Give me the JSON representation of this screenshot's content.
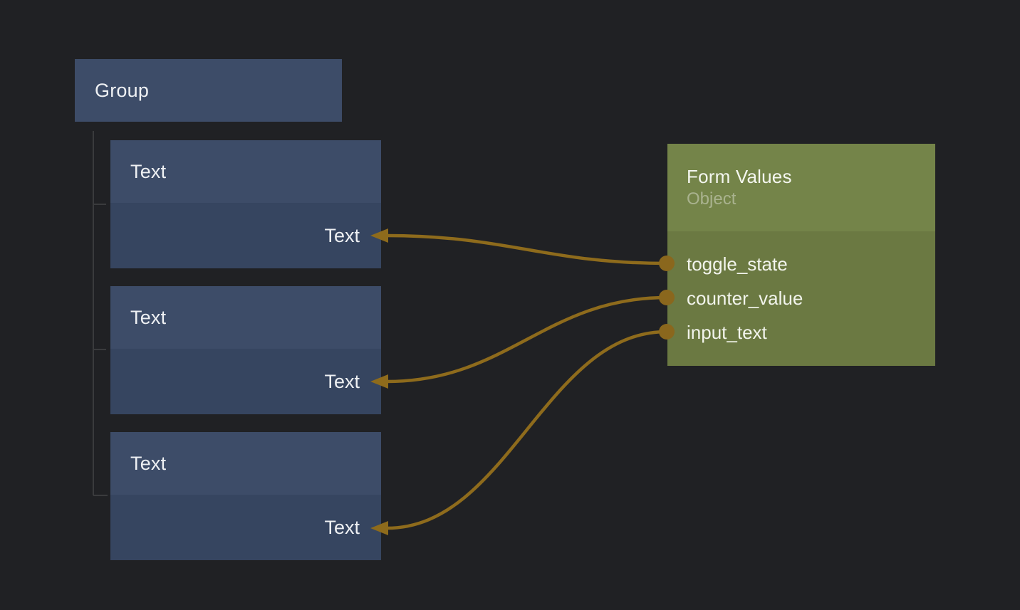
{
  "canvas": {
    "background": "#202124"
  },
  "palette": {
    "node_blue_header": "#3d4c68",
    "node_blue_body": "#364560",
    "node_green_header": "#748449",
    "node_green_body": "#6b7942",
    "wire": "#8e6b1c",
    "port": "#8a671d",
    "hierarchy_line": "#3a3b3d",
    "label_text": "#eef0f3"
  },
  "group_node": {
    "title": "Group"
  },
  "text_nodes": [
    {
      "title": "Text",
      "input_label": "Text"
    },
    {
      "title": "Text",
      "input_label": "Text"
    },
    {
      "title": "Text",
      "input_label": "Text"
    }
  ],
  "form_node": {
    "title": "Form Values",
    "subtitle": "Object",
    "outputs": [
      "toggle_state",
      "counter_value",
      "input_text"
    ]
  },
  "connections": [
    {
      "from": "toggle_state",
      "to": "text-node-1-input"
    },
    {
      "from": "counter_value",
      "to": "text-node-2-input"
    },
    {
      "from": "input_text",
      "to": "text-node-3-input"
    }
  ]
}
